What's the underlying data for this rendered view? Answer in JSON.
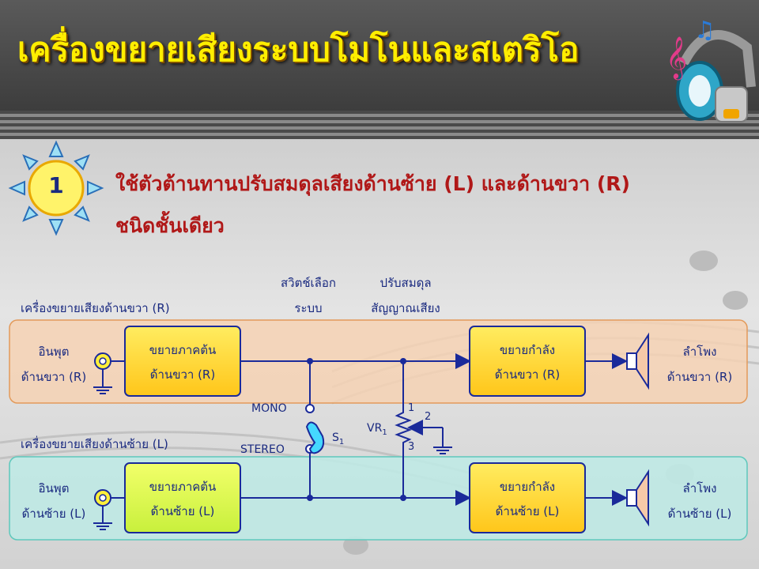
{
  "title": "เครื่องขยายเสียงระบบโมโนและสเตริโอ",
  "step_number": "1",
  "description_line1": "ใช้ตัวต้านทานปรับสมดุลเสียงด้านซ้าย (L) และด้านขวา (R)",
  "description_line2": "ชนิดชั้นเดียว",
  "diagram": {
    "switch_heading_1": "สวิตช์เลือก",
    "switch_heading_2": "ระบบ",
    "balance_heading_1": "ปรับสมดุล",
    "balance_heading_2": "สัญญาณเสียง",
    "right_amp_label": "เครื่องขยายเสียงด้านขวา (R)",
    "left_amp_label": "เครื่องขยายเสียงด้านซ้าย (L)",
    "right_input_1": "อินพุต",
    "right_input_2": "ด้านขวา (R)",
    "left_input_1": "อินพุต",
    "left_input_2": "ด้านซ้าย (L)",
    "right_pre_1": "ขยายภาคต้น",
    "right_pre_2": "ด้านขวา (R)",
    "left_pre_1": "ขยายภาคต้น",
    "left_pre_2": "ด้านซ้าย (L)",
    "right_power_1": "ขยายกำลัง",
    "right_power_2": "ด้านขวา (R)",
    "left_power_1": "ขยายกำลัง",
    "left_power_2": "ด้านซ้าย (L)",
    "right_speaker_1": "ลำโพง",
    "right_speaker_2": "ด้านขวา (R)",
    "left_speaker_1": "ลำโพง",
    "left_speaker_2": "ด้านซ้าย (L)",
    "mono": "MONO",
    "stereo": "STEREO",
    "switch_name": "S",
    "switch_sub": "1",
    "vr_name": "VR",
    "vr_sub": "1",
    "pin1": "1",
    "pin2": "2",
    "pin3": "3"
  },
  "colors": {
    "right_band": "#f6d2b4",
    "left_band": "#bfe9e4",
    "wire": "#1a2a9a",
    "block_fill": "#ffd83a",
    "title": "#ffee00",
    "description": "#b01818"
  }
}
